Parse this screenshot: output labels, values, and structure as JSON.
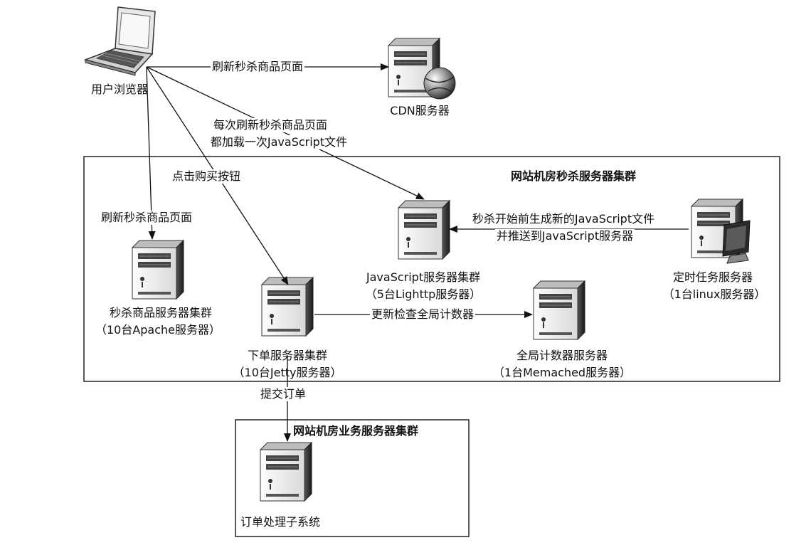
{
  "nodes": {
    "browser": "用户浏览器",
    "cdn": "CDN服务器",
    "seckill_cluster_1": "秒杀商品服务器集群",
    "seckill_cluster_2": "（10台Apache服务器）",
    "order_cluster_1": "下单服务器集群",
    "order_cluster_2": "（10台Jetty服务器）",
    "js_cluster_1": "JavaScript服务器集群",
    "js_cluster_2": "（5台Lighttp服务器）",
    "counter_1": "全局计数器服务器",
    "counter_2": "（1台Memached服务器）",
    "timer_1": "定时任务服务器",
    "timer_2": "（1台linux服务器）",
    "order_sub": "订单处理子系统"
  },
  "groups": {
    "seckill_group": "网站机房秒杀服务器集群",
    "business_group": "网站机房业务服务器集群"
  },
  "edges": {
    "to_cdn": "刷新秒杀商品页面",
    "to_js_1": "每次刷新秒杀商品页面",
    "to_js_2": "都加载一次JavaScript文件",
    "click_buy": "点击购买按钮",
    "refresh_page": "刷新秒杀商品页面",
    "timer_js_1": "秒杀开始前生成新的JavaScript文件",
    "timer_js_2": "并推送到JavaScript服务器",
    "update_counter": "更新检查全局计数器",
    "submit_order": "提交订单"
  }
}
